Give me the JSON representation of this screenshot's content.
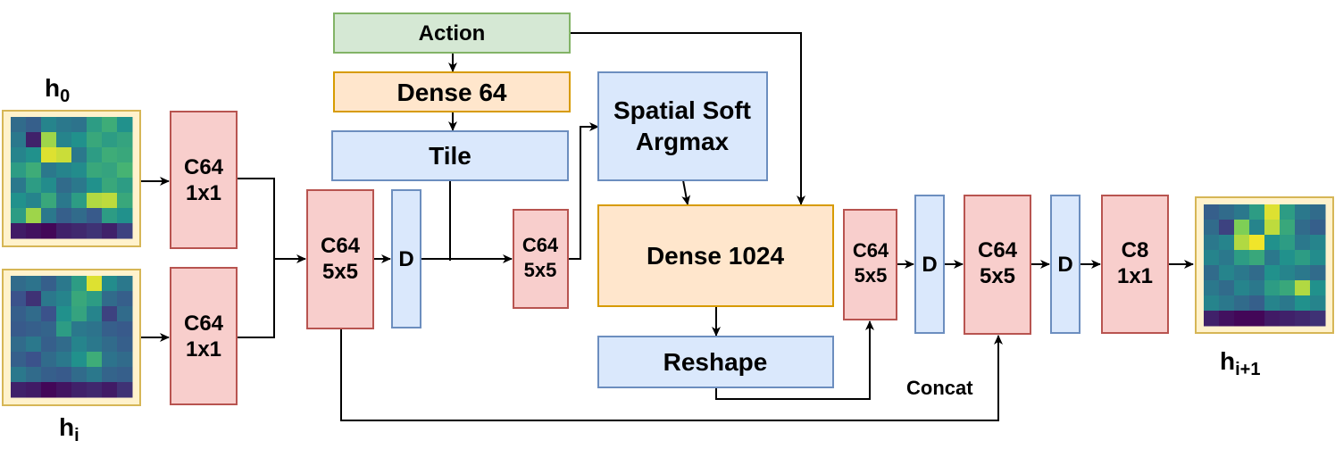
{
  "blocks": {
    "action": "Action",
    "dense64": "Dense 64",
    "tile": "Tile",
    "spatial_line1": "Spatial Soft",
    "spatial_line2": "Argmax",
    "dense1024": "Dense 1024",
    "reshape": "Reshape",
    "conv_top_l1": "C64",
    "conv_top_l2": "1x1",
    "conv_bottom_l1": "C64",
    "conv_bottom_l2": "1x1",
    "conv_merge_l1": "C64",
    "conv_merge_l2": "5x5",
    "d1": "D",
    "conv_mid_l1": "C64",
    "conv_mid_l2": "5x5",
    "conv_after_l1": "C64",
    "conv_after_l2": "5x5",
    "d2": "D",
    "conv_concat_l1": "C64",
    "conv_concat_l2": "5x5",
    "d3": "D",
    "conv_out_l1": "C8",
    "conv_out_l2": "1x1"
  },
  "labels": {
    "h0_base": "h",
    "h0_sub": "0",
    "hi_base": "h",
    "hi_sub": "i",
    "hout_base": "h",
    "hout_sub": "i+1",
    "concat": "Concat"
  },
  "colors": {
    "green_fill": "#d5e8d4",
    "green_stroke": "#82b366",
    "orange_fill": "#ffe6cc",
    "orange_stroke": "#d79b00",
    "blue_fill": "#dae8fc",
    "blue_stroke": "#6c8ebf",
    "red_fill": "#f8cecc",
    "red_stroke": "#b85450",
    "frame_fill": "#fff2cc",
    "frame_stroke": "#d6b656"
  },
  "heatmaps": {
    "h0": [
      [
        0.35,
        0.3,
        0.45,
        0.4,
        0.38,
        0.55,
        0.62,
        0.5
      ],
      [
        0.4,
        0.1,
        0.85,
        0.45,
        0.5,
        0.6,
        0.55,
        0.58
      ],
      [
        0.45,
        0.5,
        0.95,
        0.92,
        0.4,
        0.55,
        0.62,
        0.6
      ],
      [
        0.55,
        0.62,
        0.4,
        0.45,
        0.48,
        0.6,
        0.58,
        0.65
      ],
      [
        0.4,
        0.55,
        0.48,
        0.35,
        0.4,
        0.5,
        0.6,
        0.55
      ],
      [
        0.5,
        0.45,
        0.6,
        0.4,
        0.55,
        0.88,
        0.9,
        0.6
      ],
      [
        0.55,
        0.85,
        0.4,
        0.3,
        0.35,
        0.28,
        0.55,
        0.5
      ],
      [
        0.08,
        0.05,
        0.02,
        0.1,
        0.12,
        0.15,
        0.1,
        0.2
      ]
    ],
    "hi": [
      [
        0.35,
        0.38,
        0.3,
        0.4,
        0.55,
        0.95,
        0.48,
        0.4
      ],
      [
        0.25,
        0.15,
        0.4,
        0.45,
        0.6,
        0.55,
        0.35,
        0.3
      ],
      [
        0.3,
        0.35,
        0.25,
        0.5,
        0.58,
        0.45,
        0.2,
        0.35
      ],
      [
        0.28,
        0.3,
        0.32,
        0.55,
        0.4,
        0.38,
        0.3,
        0.28
      ],
      [
        0.35,
        0.4,
        0.3,
        0.35,
        0.45,
        0.4,
        0.35,
        0.3
      ],
      [
        0.3,
        0.25,
        0.35,
        0.4,
        0.5,
        0.62,
        0.38,
        0.35
      ],
      [
        0.4,
        0.35,
        0.3,
        0.28,
        0.35,
        0.4,
        0.32,
        0.3
      ],
      [
        0.1,
        0.08,
        0.02,
        0.06,
        0.1,
        0.12,
        0.08,
        0.15
      ]
    ],
    "hout": [
      [
        0.3,
        0.35,
        0.4,
        0.55,
        0.95,
        0.55,
        0.4,
        0.35
      ],
      [
        0.35,
        0.2,
        0.8,
        0.45,
        0.9,
        0.6,
        0.35,
        0.3
      ],
      [
        0.4,
        0.45,
        0.88,
        0.98,
        0.5,
        0.55,
        0.4,
        0.45
      ],
      [
        0.45,
        0.4,
        0.55,
        0.6,
        0.4,
        0.5,
        0.55,
        0.48
      ],
      [
        0.35,
        0.45,
        0.4,
        0.35,
        0.5,
        0.45,
        0.4,
        0.35
      ],
      [
        0.4,
        0.35,
        0.45,
        0.4,
        0.55,
        0.6,
        0.88,
        0.5
      ],
      [
        0.45,
        0.4,
        0.35,
        0.3,
        0.45,
        0.4,
        0.5,
        0.45
      ],
      [
        0.1,
        0.05,
        0.02,
        0.02,
        0.08,
        0.1,
        0.12,
        0.15
      ]
    ]
  }
}
